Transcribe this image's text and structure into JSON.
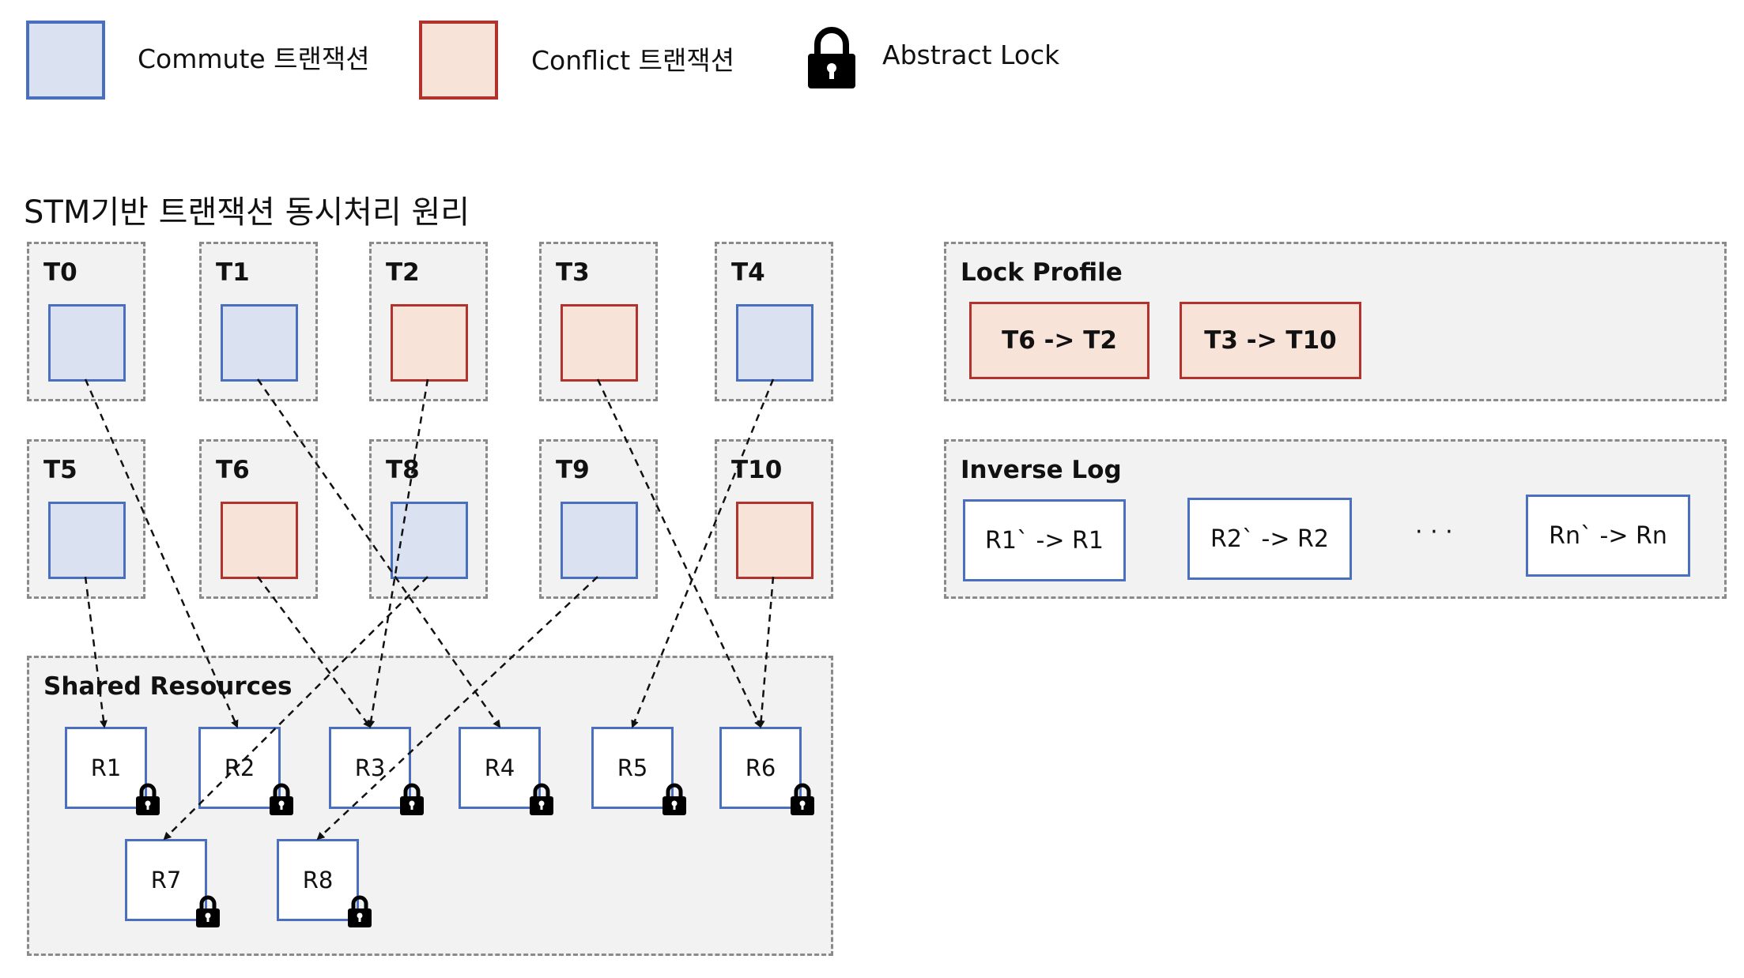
{
  "legend": {
    "commute_label": "Commute 트랜잭션",
    "conflict_label": "Conflict 트랜잭션",
    "lock_label": "Abstract Lock",
    "commute_color": "#dae1f1",
    "conflict_color": "#f7e3d7",
    "lock_icon": "lock-icon"
  },
  "diagram_title": "STM기반 트랜잭션 동시처리 원리",
  "transactions": [
    {
      "id": "T0",
      "label": "T0",
      "type": "commute"
    },
    {
      "id": "T1",
      "label": "T1",
      "type": "commute"
    },
    {
      "id": "T2",
      "label": "T2",
      "type": "conflict"
    },
    {
      "id": "T3",
      "label": "T3",
      "type": "conflict"
    },
    {
      "id": "T4",
      "label": "T4",
      "type": "commute"
    },
    {
      "id": "T5",
      "label": "T5",
      "type": "commute"
    },
    {
      "id": "T6",
      "label": "T6",
      "type": "conflict"
    },
    {
      "id": "T8",
      "label": "T8",
      "type": "commute"
    },
    {
      "id": "T9",
      "label": "T9",
      "type": "commute"
    },
    {
      "id": "T10",
      "label": "T10",
      "type": "conflict"
    }
  ],
  "shared_resources": {
    "title": "Shared Resources",
    "items": [
      "R1",
      "R2",
      "R3",
      "R4",
      "R5",
      "R6",
      "R7",
      "R8"
    ]
  },
  "edges": [
    {
      "from": "T0",
      "to": "R2"
    },
    {
      "from": "T1",
      "to": "R4"
    },
    {
      "from": "T2",
      "to": "R3"
    },
    {
      "from": "T3",
      "to": "R6"
    },
    {
      "from": "T4",
      "to": "R5"
    },
    {
      "from": "T5",
      "to": "R1"
    },
    {
      "from": "T6",
      "to": "R3"
    },
    {
      "from": "T8",
      "to": "R7"
    },
    {
      "from": "T9",
      "to": "R8"
    },
    {
      "from": "T10",
      "to": "R6"
    }
  ],
  "lock_profile": {
    "title": "Lock Profile",
    "items": [
      "T6 -> T2",
      "T3 -> T10"
    ]
  },
  "inverse_log": {
    "title": "Inverse Log",
    "items": [
      "R1` -> R1",
      "R2` -> R2",
      "Rn` -> Rn"
    ],
    "ellipsis": "· · ·"
  }
}
